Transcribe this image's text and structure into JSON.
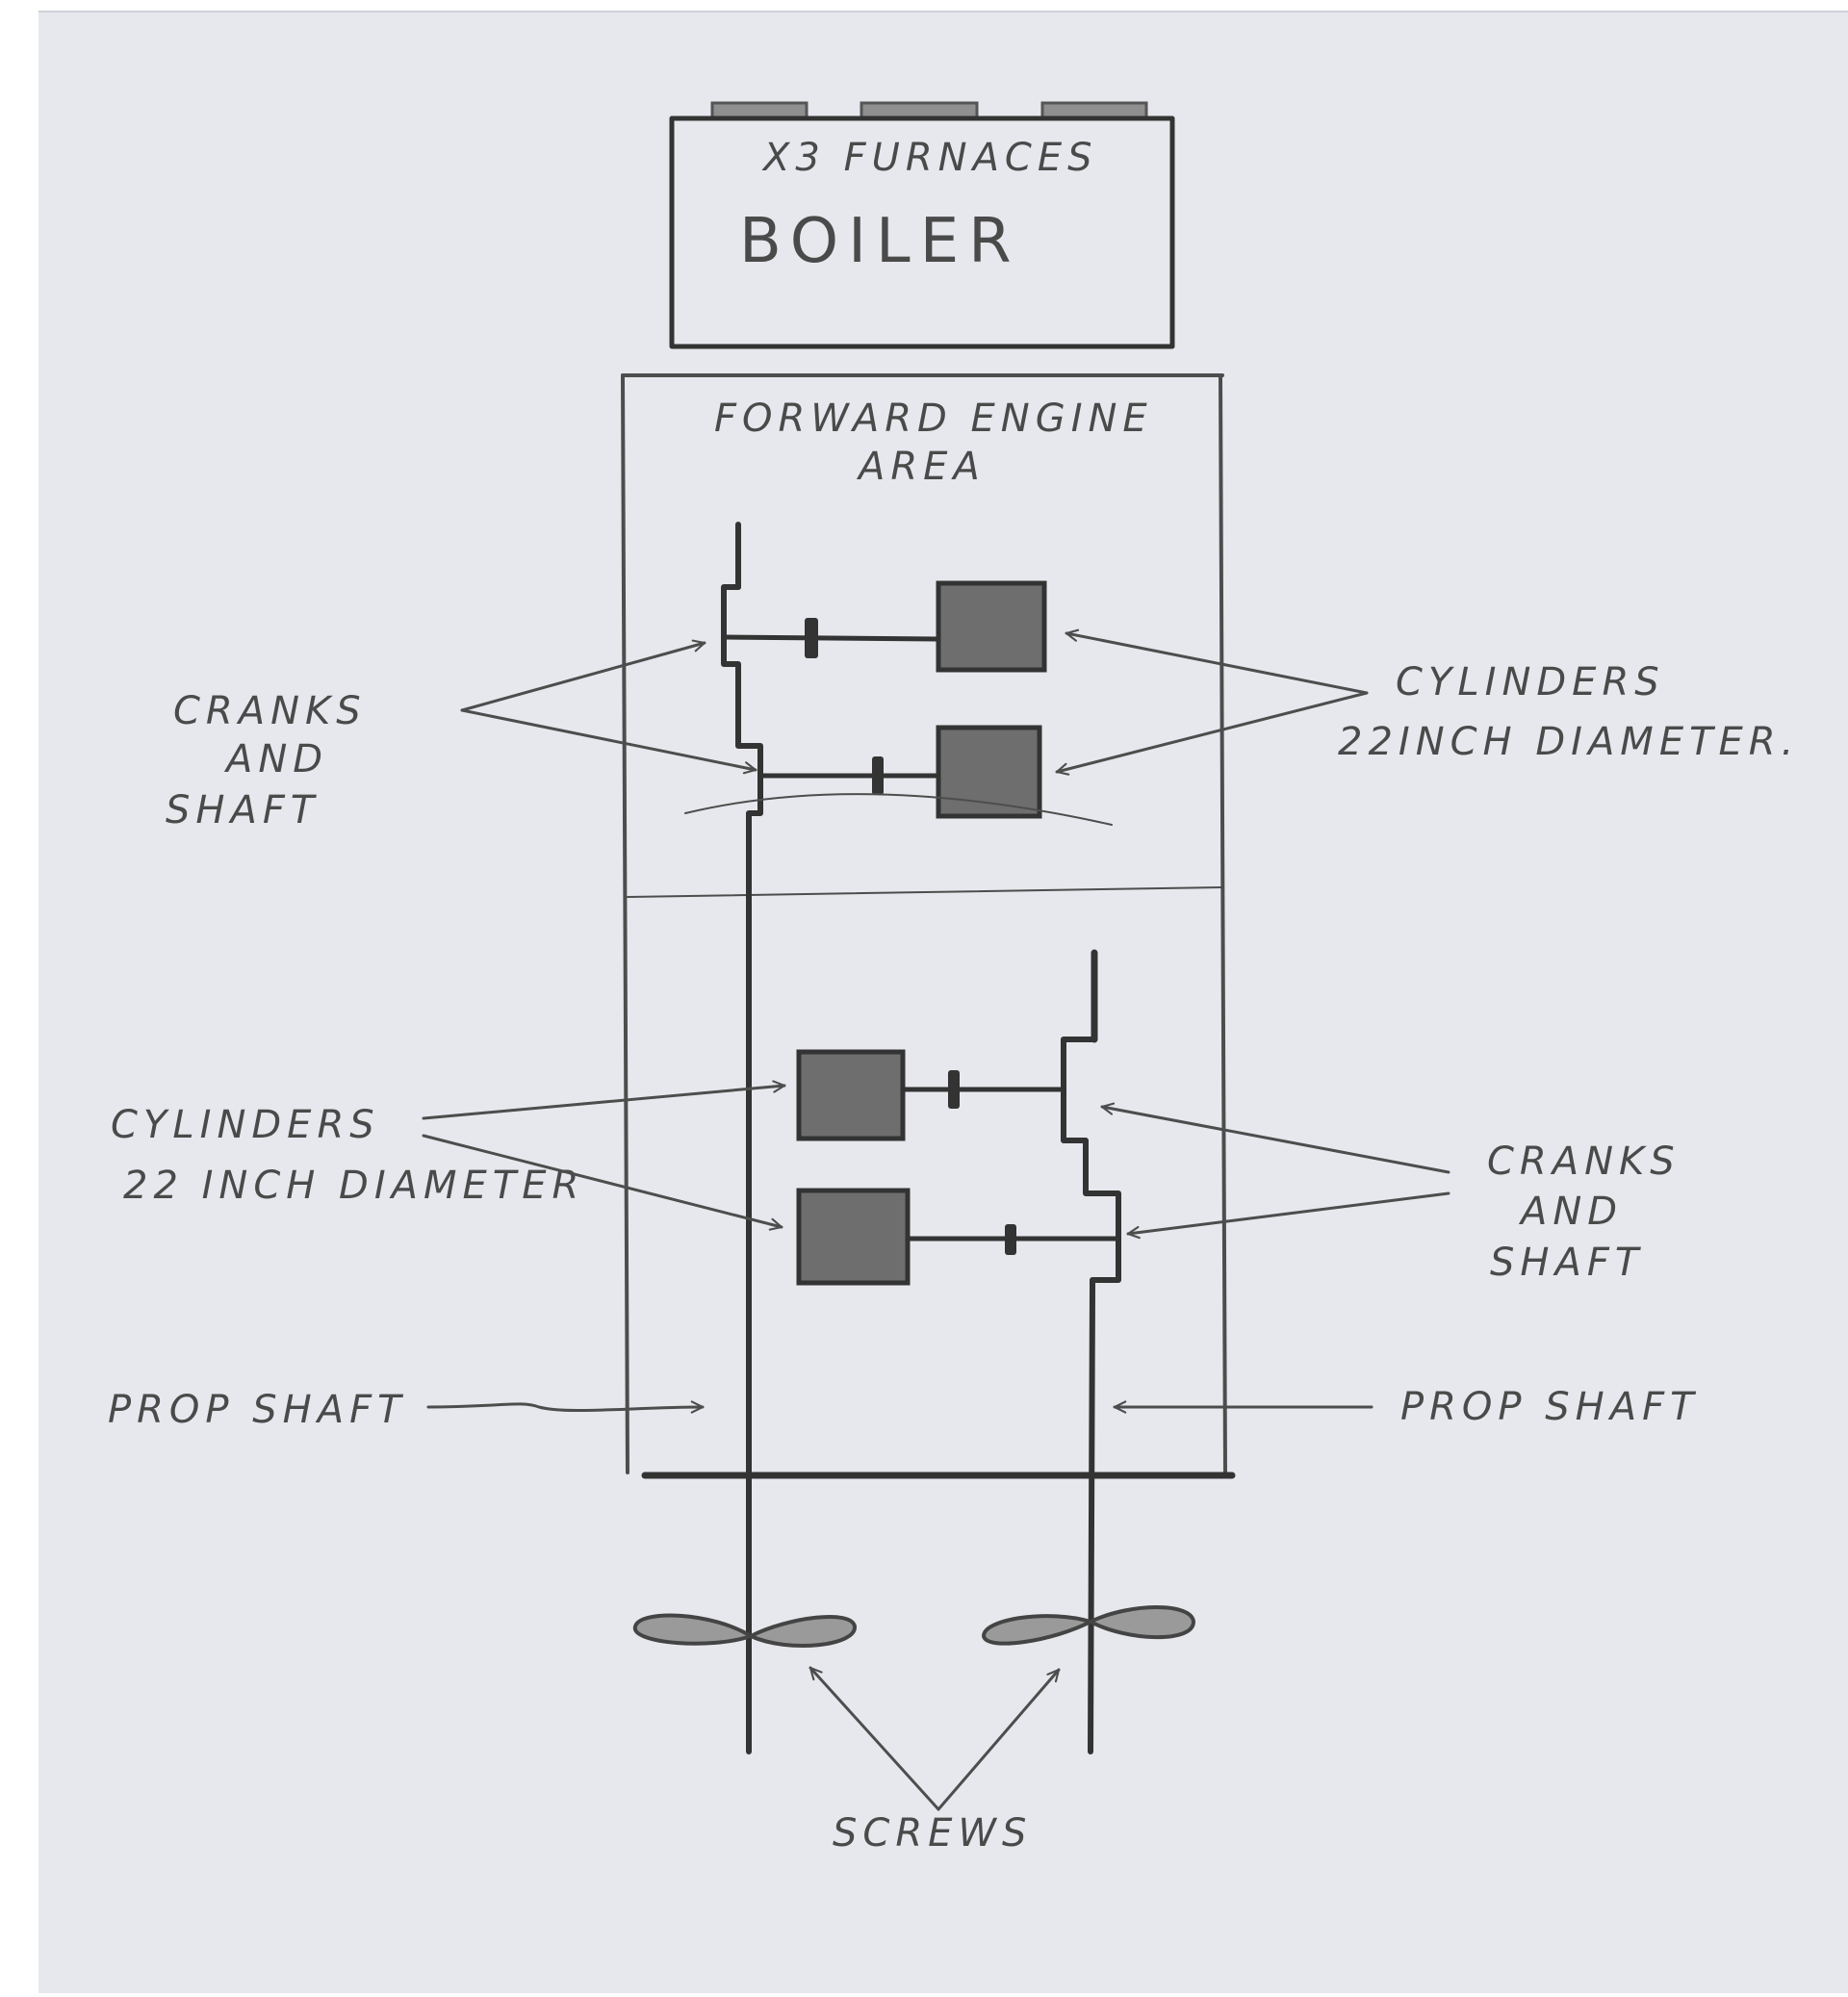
{
  "boiler": {
    "subtitle": "X3 FURNACES",
    "title": "BOILER"
  },
  "engine_area": {
    "title_line1": "FORWARD ENGINE",
    "title_line2": "AREA"
  },
  "labels": {
    "cranks_upper": [
      "CRANKS",
      "AND",
      "SHAFT"
    ],
    "cylinders_upper": [
      "CYLINDERS",
      "22INCH DIAMETER."
    ],
    "cylinders_lower": [
      "CYLINDERS",
      "22 INCH DIAMETER"
    ],
    "cranks_lower": [
      "CRANKS",
      "AND",
      "SHAFT"
    ],
    "prop_shaft_left": "PROP SHAFT",
    "prop_shaft_right": "PROP SHAFT",
    "screws": "SCREWS"
  },
  "colors": {
    "paper": "#e6e8ed",
    "pencil": "#4d4d4d",
    "cylinder_fill": "#6e6e6e"
  }
}
